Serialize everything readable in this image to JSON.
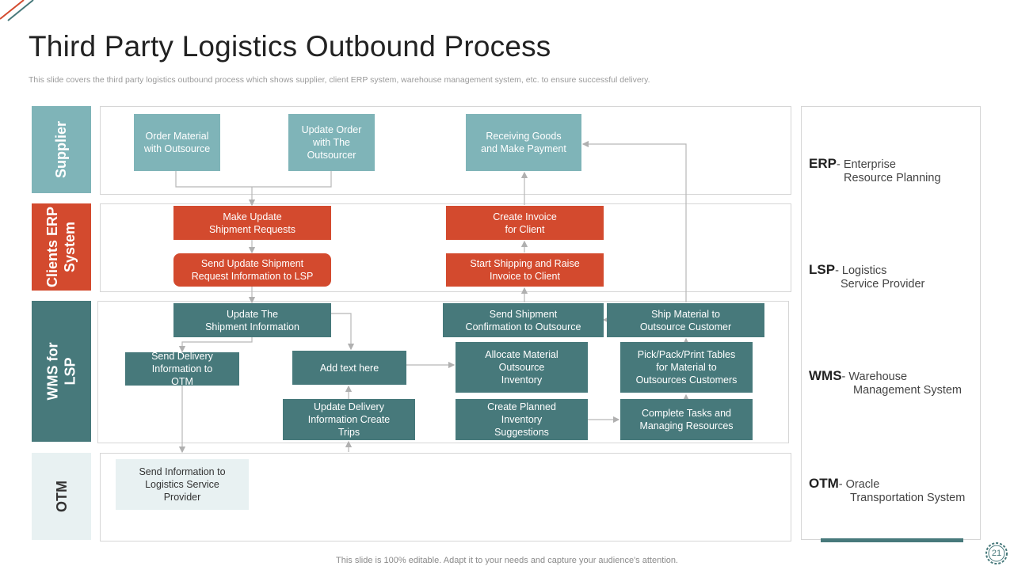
{
  "title": "Third Party Logistics Outbound Process",
  "subtitle": "This slide covers the third party logistics outbound process which shows supplier, client ERP system, warehouse management system, etc. to ensure successful delivery.",
  "footer": "This slide is 100% editable. Adapt it to your needs and capture your audience's attention.",
  "page_number": "21",
  "colors": {
    "supplier": "#7fb4b8",
    "erp": "#d34a2e",
    "wms": "#47797b",
    "otm_label": "#e8f1f2"
  },
  "lanes": {
    "supplier": "Supplier",
    "erp": "Clients ERP\nSystem",
    "wms": "WMS for\nLSP",
    "otm": "OTM"
  },
  "nodes": {
    "order_material": "Order Material\nwith Outsource",
    "update_order": "Update Order\nwith The\nOutsourcer",
    "receiving_goods": "Receiving  Goods\nand Make Payment",
    "make_update": "Make Update\nShipment Requests",
    "send_update": "Send Update Shipment\nRequest Information  to LSP",
    "create_invoice": "Create Invoice\nfor Client",
    "start_shipping": "Start Shipping and Raise\nInvoice  to Client",
    "update_shipment_info": "Update The\nShipment Information",
    "send_shipment_conf": "Send Shipment\nConfirmation  to Outsource",
    "ship_material": "Ship Material to\nOutsource Customer",
    "send_delivery": "Send Delivery\nInformation  to\nOTM",
    "add_text": "Add text here",
    "allocate": "Allocate Material\nOutsource\nInventory",
    "pick_pack": "Pick/Pack/Print Tables\nfor Material to\nOutsources Customers",
    "update_delivery": "Update Delivery\nInformation  Create\nTrips",
    "create_planned": "Create Planned\nInventory\nSuggestions",
    "complete_tasks": "Complete Tasks and\nManaging Resources",
    "send_info_lsp": "Send Information  to\nLogistics Service\nProvider"
  },
  "legend": [
    {
      "abbr": "ERP",
      "line1": "- Enterprise",
      "line2": "Resource Planning"
    },
    {
      "abbr": "LSP",
      "line1": "- Logistics",
      "line2": "Service Provider"
    },
    {
      "abbr": "WMS",
      "line1": "- Warehouse",
      "line2": "Management System"
    },
    {
      "abbr": "OTM",
      "line1": "- Oracle",
      "line2": "Transportation System"
    }
  ]
}
